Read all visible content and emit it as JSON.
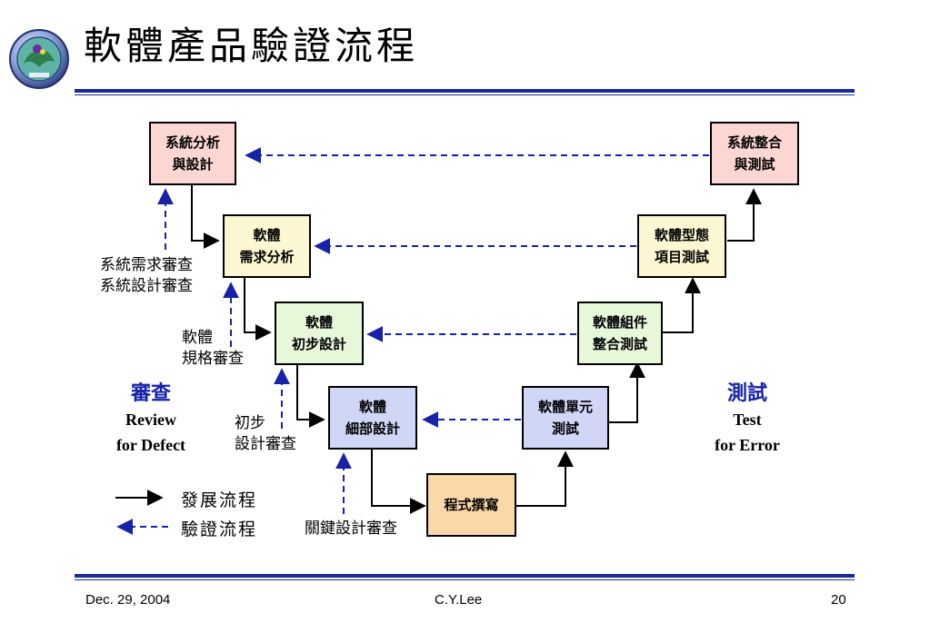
{
  "header": {
    "title": "軟體產品驗證流程"
  },
  "boxes": {
    "sys_analysis": [
      "系統分析",
      "與設計"
    ],
    "sys_integration": [
      "系統整合",
      "與測試"
    ],
    "sw_requirements": [
      "軟體",
      "需求分析"
    ],
    "sw_config_test": [
      "軟體型態",
      "項目測試"
    ],
    "sw_prelim_design": [
      "軟體",
      "初步設計"
    ],
    "sw_component_test": [
      "軟體組件",
      "整合測試"
    ],
    "sw_detail_design": [
      "軟體",
      "細部設計"
    ],
    "sw_unit_test": [
      "軟體單元",
      "測試"
    ],
    "coding": [
      "程式撰寫"
    ]
  },
  "review_labels": {
    "system": [
      "系統需求審查",
      "系統設計審查"
    ],
    "spec": [
      "軟體",
      "規格審查"
    ],
    "prelim": [
      "初步",
      "設計審查"
    ],
    "critical": "關鍵設計審查"
  },
  "sides": {
    "review": {
      "cn": "審查",
      "en1": "Review",
      "en2": "for Defect"
    },
    "test": {
      "cn": "測試",
      "en1": "Test",
      "en2": "for Error"
    }
  },
  "legend": {
    "development": "發展流程",
    "verification": "驗證流程"
  },
  "colors": {
    "accent": "#1622a8",
    "rule": "#1a2a9a"
  },
  "footer": {
    "date": "Dec. 29, 2004",
    "author": "C.Y.Lee",
    "page": "20"
  }
}
